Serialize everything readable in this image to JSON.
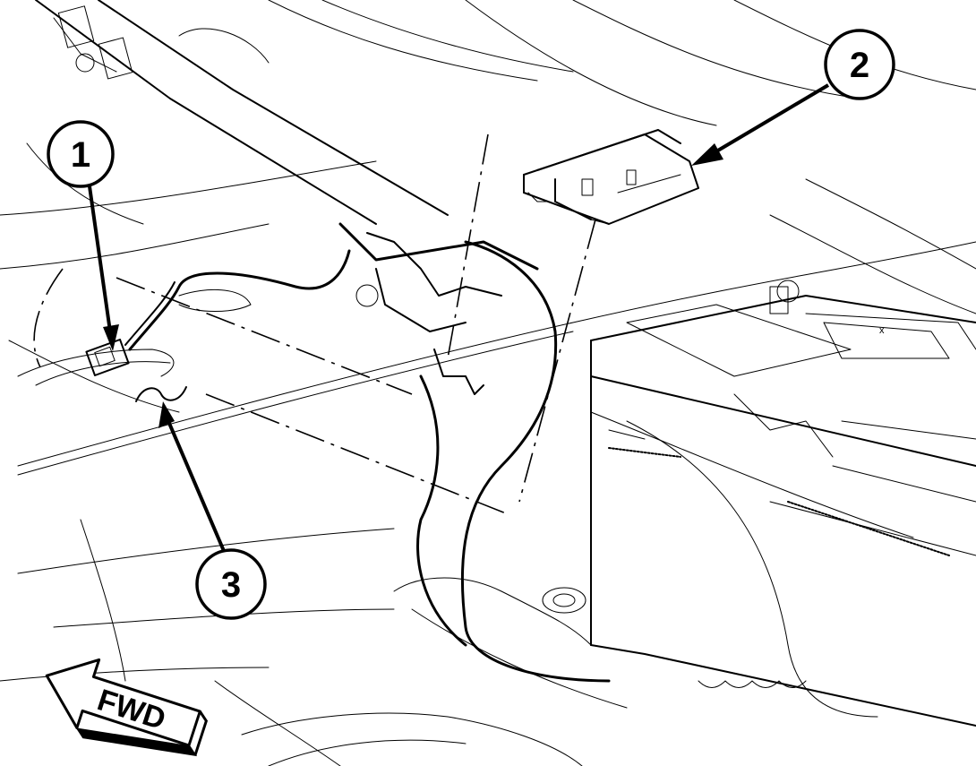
{
  "figure": {
    "callouts": [
      {
        "id": "1",
        "label": "1"
      },
      {
        "id": "2",
        "label": "2"
      },
      {
        "id": "3",
        "label": "3"
      }
    ],
    "direction_arrow": {
      "label": "FWD"
    },
    "battery_marking": "x"
  },
  "colors": {
    "line": "#000000",
    "background": "#ffffff"
  }
}
